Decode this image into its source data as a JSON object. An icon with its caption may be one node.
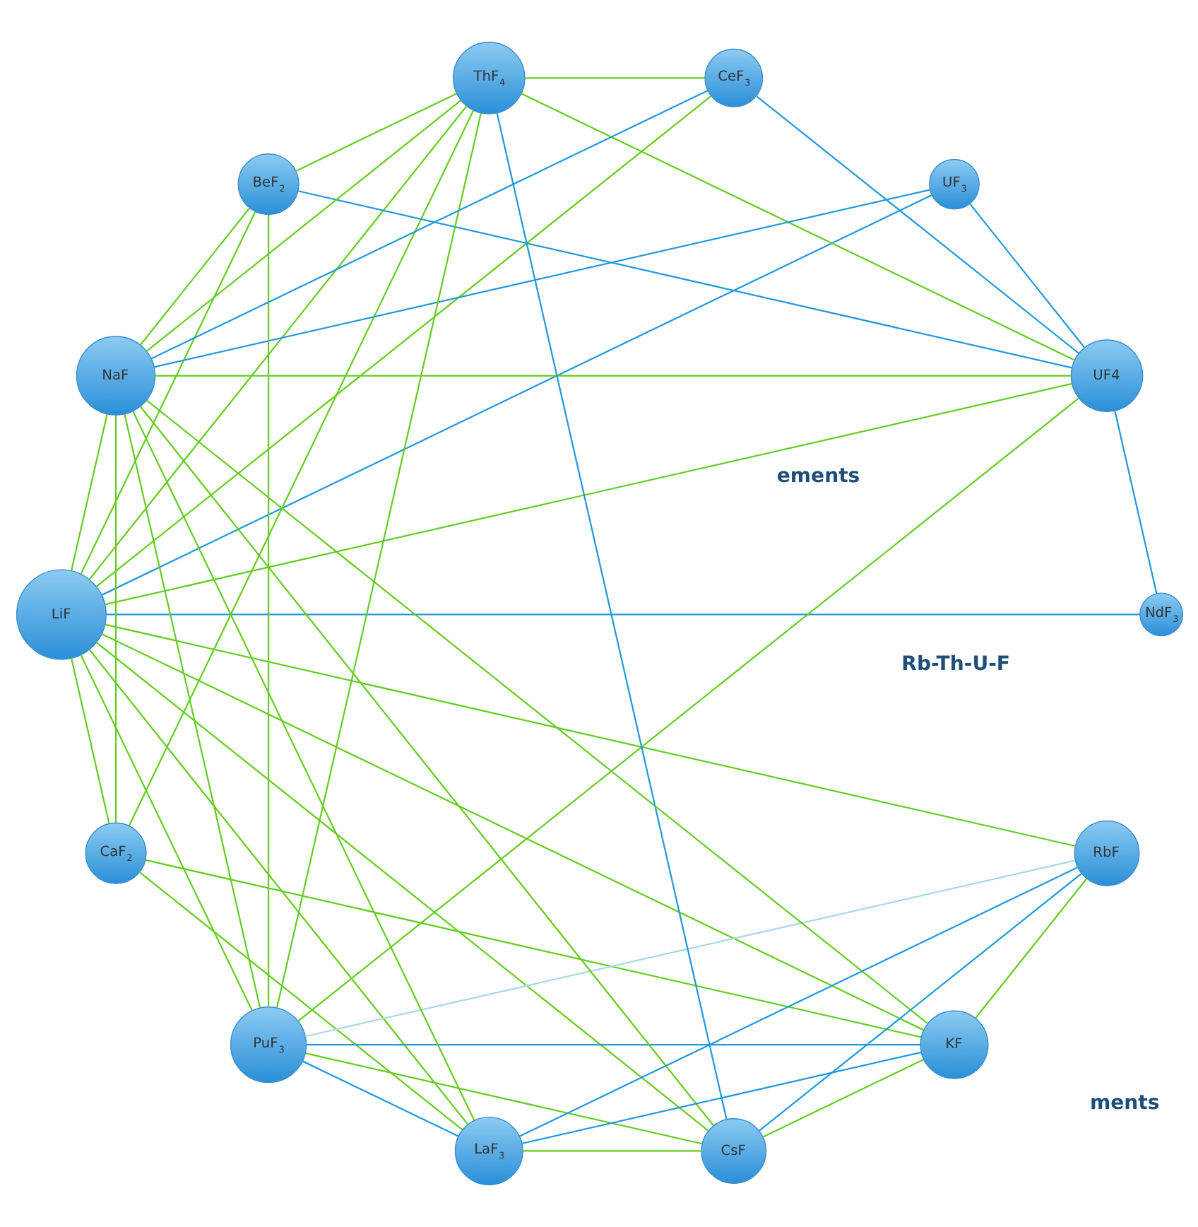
{
  "diagram": {
    "nodes": [
      {
        "text": [
          "LiF"
        ]
      },
      {
        "text": [
          "CaF$_{2}$"
        ]
      },
      {
        "text": [
          "NdF$_{3}$"
        ]
      },
      {
        "text": [
          "UF4"
        ]
      },
      {
        "text": [
          "UF$_{3}$"
        ]
      },
      {
        "text": [
          "PuF$_{3}$"
        ]
      },
      {
        "text": [
          "BeF$_{2}$"
        ]
      },
      {
        "text": [
          "ThF$_{4}$"
        ]
      },
      {
        "text": [
          "CeF$_{3}$"
        ]
      },
      {
        "text": [
          "NaF"
        ]
      },
      {
        "text": [
          "KF"
        ]
      },
      {
        "text": [
          "RbF"
        ]
      },
      {
        "text": [
          "CsF"
        ]
      },
      {
        "text": [
          "LaF$_{3}$"
        ]
      }
    ],
    "edges": [
      {
        "from": 0,
        "to": 1,
        "arrow": "none"
      },
      {
        "from": 0,
        "to": 2,
        "arrow": "none",
        "color": "#2299dd"
      },
      {
        "from": 0,
        "to": 3,
        "arrow": "none"
      },
      {
        "from": 0,
        "to": 4,
        "arrow": "none",
        "color": "#2299dd"
      },
      {
        "from": 0,
        "to": 5,
        "arrow": "none"
      },
      {
        "from": 0,
        "to": 6,
        "arrow": "none"
      },
      {
        "from": 0,
        "to": 7,
        "arrow": "none"
      },
      {
        "from": 0,
        "to": 8,
        "arrow": "none"
      },
      {
        "from": 0,
        "to": 9,
        "arrow": "none"
      },
      {
        "from": 0,
        "to": 10,
        "arrow": "none"
      },
      {
        "from": 0,
        "to": 11,
        "arrow": "none"
      },
      {
        "from": 0,
        "to": 12,
        "arrow": "none"
      },
      {
        "from": 0,
        "to": 13,
        "arrow": "none"
      },
      {
        "from": 1,
        "to": 13,
        "arrow": "none"
      },
      {
        "from": 1,
        "to": 10,
        "arrow": "none"
      },
      {
        "from": 1,
        "to": 9,
        "arrow": "none"
      },
      {
        "from": 1,
        "to": 7,
        "arrow": "none"
      },
      {
        "from": 2,
        "to": 3,
        "arrow": "none",
        "color": "#2299dd"
      },
      {
        "from": 3,
        "to": 4,
        "arrow": "none",
        "color": "#2299dd"
      },
      {
        "from": 3,
        "to": 5,
        "arrow": "none"
      },
      {
        "from": 3,
        "to": 6,
        "arrow": "none",
        "color": "#2299dd"
      },
      {
        "from": 3,
        "to": 7,
        "arrow": "none"
      },
      {
        "from": 3,
        "to": 8,
        "arrow": "none",
        "color": "#2299dd"
      },
      {
        "from": 3,
        "to": 9,
        "arrow": "none"
      },
      {
        "from": 4,
        "to": 9,
        "arrow": "none",
        "color": "#2299dd"
      },
      {
        "from": 5,
        "to": 6,
        "arrow": "none"
      },
      {
        "from": 5,
        "to": 7,
        "arrow": "none"
      },
      {
        "from": 5,
        "to": 9,
        "arrow": "none"
      },
      {
        "from": 5,
        "to": 10,
        "arrow": "none",
        "color": "#2299dd"
      },
      {
        "from": 5,
        "to": 11,
        "arrow": "none",
        "color": "#aad8ee"
      },
      {
        "from": 5,
        "to": 12,
        "arrow": "none"
      },
      {
        "from": 5,
        "to": 13,
        "arrow": "none",
        "color": "#2299dd"
      },
      {
        "from": 6,
        "to": 7,
        "arrow": "none"
      },
      {
        "from": 6,
        "to": 9,
        "arrow": "none"
      },
      {
        "from": 7,
        "to": 8,
        "arrow": "none"
      },
      {
        "from": 7,
        "to": 9,
        "arrow": "none"
      },
      {
        "from": 7,
        "to": 12,
        "arrow": "none",
        "color": "#2299dd"
      },
      {
        "from": 8,
        "to": 9,
        "arrow": "none",
        "color": "#2299dd"
      },
      {
        "from": 9,
        "to": 10,
        "arrow": "none"
      },
      {
        "from": 9,
        "to": 12,
        "arrow": "none"
      },
      {
        "from": 9,
        "to": 13,
        "arrow": "none"
      },
      {
        "from": 10,
        "to": 11,
        "arrow": "none"
      },
      {
        "from": 10,
        "to": 12,
        "arrow": "none"
      },
      {
        "from": 10,
        "to": 13,
        "arrow": "none",
        "color": "#2299dd"
      },
      {
        "from": 11,
        "to": 12,
        "arrow": "none",
        "color": "#2299dd"
      },
      {
        "from": 11,
        "to": 13,
        "arrow": "none",
        "color": "#2299dd"
      },
      {
        "from": 12,
        "to": 13,
        "arrow": "none"
      }
    ],
    "labels": [
      "Rb-Th-U-F",
      "ements",
      "ments"
    ]
  }
}
